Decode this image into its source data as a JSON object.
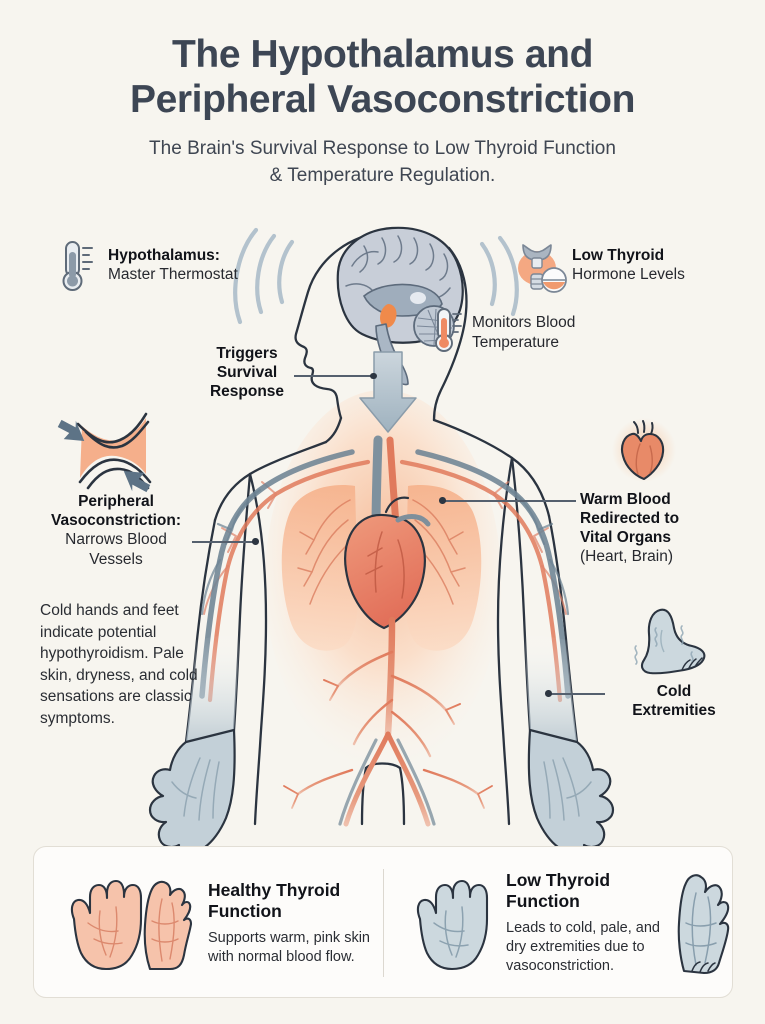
{
  "header": {
    "title_line1": "The Hypothalamus and",
    "title_line2": "Peripheral Vasoconstriction",
    "subtitle_line1": "The Brain's Survival Response to Low Thyroid Function",
    "subtitle_line2": "& Temperature Regulation."
  },
  "annotations": {
    "hypothalamus": {
      "lead": "Hypothalamus:",
      "sub": "Master Thermostat",
      "icon": "thermometer-icon"
    },
    "low_thyroid": {
      "lead": "Low Thyroid",
      "sub": "Hormone Levels",
      "icon": "thyroid-gland-icon"
    },
    "monitors": {
      "line1": "Monitors Blood",
      "line2": "Temperature",
      "icon": "thermometer-icon"
    },
    "triggers": {
      "line1": "Triggers",
      "line2": "Survival",
      "line3": "Response"
    },
    "vasoconstriction": {
      "lead_line1": "Peripheral",
      "lead_line2": "Vasoconstriction:",
      "sub_line1": "Narrows Blood",
      "sub_line2": "Vessels",
      "icon": "constricted-vessel-icon"
    },
    "warm_blood": {
      "lead_line1": "Warm Blood",
      "lead_line2": "Redirected to",
      "lead_line3": "Vital Organs",
      "sub": "(Heart, Brain)",
      "icon": "glowing-heart-icon"
    },
    "cold_extremities": {
      "line1": "Cold",
      "line2": "Extremities",
      "icon": "cold-foot-icon"
    }
  },
  "symptoms_paragraph": "Cold hands and feet indicate potential hypothyroidism. Pale skin, dryness, and cold sensations are classic symptoms.",
  "comparison": {
    "healthy": {
      "title_line1": "Healthy Thyroid",
      "title_line2": "Function",
      "desc_line1": "Supports warm, pink skin",
      "desc_line2": "with normal blood flow.",
      "icons": [
        "warm-hand-icon",
        "warm-foot-icon"
      ]
    },
    "low": {
      "title_line1": "Low Thyroid",
      "title_line2": "Function",
      "desc_line1": "Leads to cold, pale, and",
      "desc_line2": "dry extremities due to",
      "desc_line3": "vasoconstriction.",
      "icons": [
        "cold-hand-icon",
        "cold-foot-icon"
      ]
    }
  },
  "figure": {
    "name": "human-body-circulation-diagram",
    "parts": [
      "head-profile",
      "brain-sagittal-section",
      "sound-waves",
      "down-arrow",
      "lungs",
      "heart",
      "arteries",
      "veins",
      "cold-hands",
      "torso-warm-glow"
    ]
  },
  "colors": {
    "background": "#f7f5ef",
    "title": "#3d4654",
    "text": "#16181c",
    "warm": "#f2a07a",
    "artery": "#e8866a",
    "cold": "#b9c6ce",
    "vein": "#6e8494",
    "outline": "#2b3440",
    "card_bg": "#fdfcfa",
    "card_border": "#e2ded5"
  }
}
